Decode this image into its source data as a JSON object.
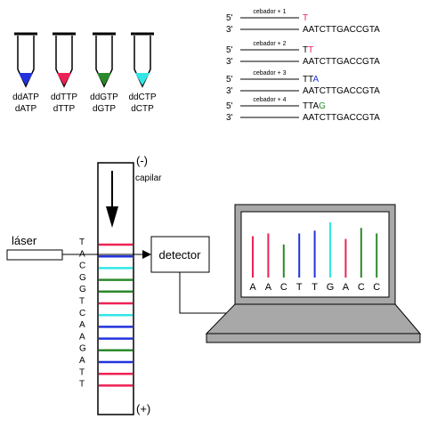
{
  "tubes": [
    {
      "dd_label": "ddATP",
      "d_label": "dATP",
      "color": "#2233dd"
    },
    {
      "dd_label": "ddTTP",
      "d_label": "dTTP",
      "color": "#ee2255"
    },
    {
      "dd_label": "ddGTP",
      "d_label": "dGTP",
      "color": "#2a8a2a"
    },
    {
      "dd_label": "ddCTP",
      "d_label": "dCTP",
      "color": "#33e6e6"
    }
  ],
  "primers": [
    {
      "five": "5'",
      "three": "3'",
      "label": "cebador + 1",
      "template": "AATCTTGACCGTA",
      "added": [
        {
          "base": "T",
          "color": "#ee2255"
        }
      ]
    },
    {
      "five": "5'",
      "three": "3'",
      "label": "cebador + 2",
      "template": "AATCTTGACCGTA",
      "added": [
        {
          "base": "T",
          "color": "#000000"
        },
        {
          "base": "T",
          "color": "#ee2255"
        }
      ]
    },
    {
      "five": "5'",
      "three": "3'",
      "label": "cebador + 3",
      "template": "AATCTTGACCGTA",
      "added": [
        {
          "base": "T",
          "color": "#000000"
        },
        {
          "base": "T",
          "color": "#000000"
        },
        {
          "base": "A",
          "color": "#2233dd"
        }
      ]
    },
    {
      "five": "5'",
      "three": "3'",
      "label": "cebador + 4",
      "template": "AATCTTGACCGTA",
      "added": [
        {
          "base": "T",
          "color": "#000000"
        },
        {
          "base": "T",
          "color": "#000000"
        },
        {
          "base": "A",
          "color": "#000000"
        },
        {
          "base": "G",
          "color": "#2a8a2a"
        }
      ]
    }
  ],
  "capillary": {
    "minus_label": "(-)",
    "plus_label": "(+)",
    "name": "capilar",
    "sequence": [
      "T",
      "A",
      "C",
      "G",
      "G",
      "T",
      "C",
      "A",
      "A",
      "G",
      "A",
      "T",
      "T"
    ],
    "bands": [
      "#ee2255",
      "#2233dd",
      "#33e6e6",
      "#2a8a2a",
      "#2a8a2a",
      "#ee2255",
      "#33e6e6",
      "#2233dd",
      "#2233dd",
      "#2a8a2a",
      "#2233dd",
      "#ee2255",
      "#ee2255"
    ]
  },
  "laser_label": "láser",
  "detector_label": "detector",
  "screen": {
    "bases": [
      "A",
      "A",
      "C",
      "T",
      "T",
      "G",
      "A",
      "C",
      "C"
    ],
    "peak_colors": [
      "#ee2255",
      "#ee2255",
      "#2a8a2a",
      "#2233dd",
      "#2233dd",
      "#33e6e6",
      "#ee2255",
      "#2a8a2a",
      "#2a8a2a"
    ],
    "peak_heights": [
      0.75,
      0.8,
      0.6,
      0.8,
      0.85,
      1.0,
      0.7,
      0.9,
      0.8
    ]
  }
}
